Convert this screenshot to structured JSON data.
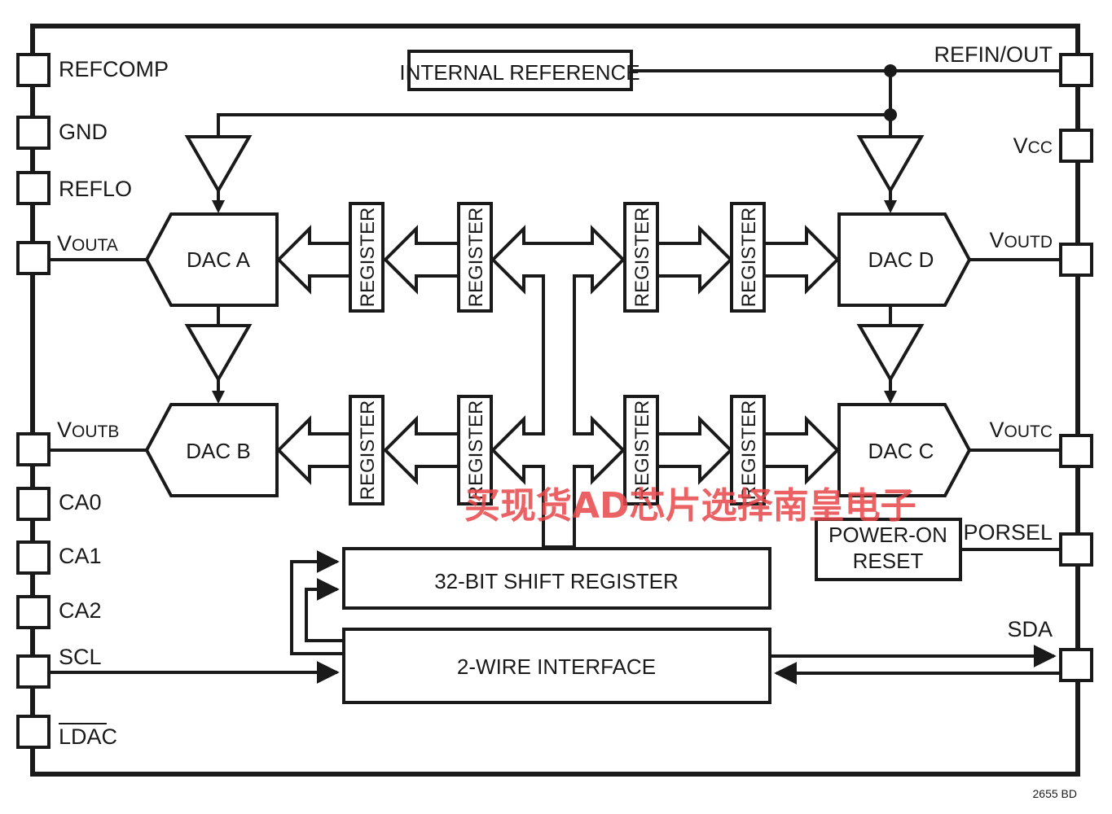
{
  "pins_left": {
    "refcomp": "REFCOMP",
    "gnd": "GND",
    "reflo": "REFLO",
    "vouta_main": "V",
    "vouta_sub": "OUTA",
    "voutb_main": "V",
    "voutb_sub": "OUTB",
    "ca0": "CA0",
    "ca1": "CA1",
    "ca2": "CA2",
    "scl": "SCL",
    "ldac": "LDAC"
  },
  "pins_right": {
    "refin_out": "REFIN/OUT",
    "vcc_main": "V",
    "vcc_sub": "CC",
    "voutd_main": "V",
    "voutd_sub": "OUTD",
    "voutc_main": "V",
    "voutc_sub": "OUTC",
    "porsel": "PORSEL",
    "sda": "SDA"
  },
  "blocks": {
    "internal_reference": "INTERNAL REFERENCE",
    "dac_a": "DAC A",
    "dac_b": "DAC B",
    "dac_c": "DAC C",
    "dac_d": "DAC D",
    "register": "REGISTER",
    "shift_register": "32-BIT SHIFT REGISTER",
    "two_wire_interface": "2-WIRE INTERFACE",
    "power_on_line1": "POWER-ON",
    "power_on_line2": "RESET"
  },
  "figure_id": "2655 BD",
  "watermark": "买现货AD芯片选择南皇电子",
  "colors": {
    "line": "#1a1a1a",
    "watermark": "#e8474b"
  }
}
